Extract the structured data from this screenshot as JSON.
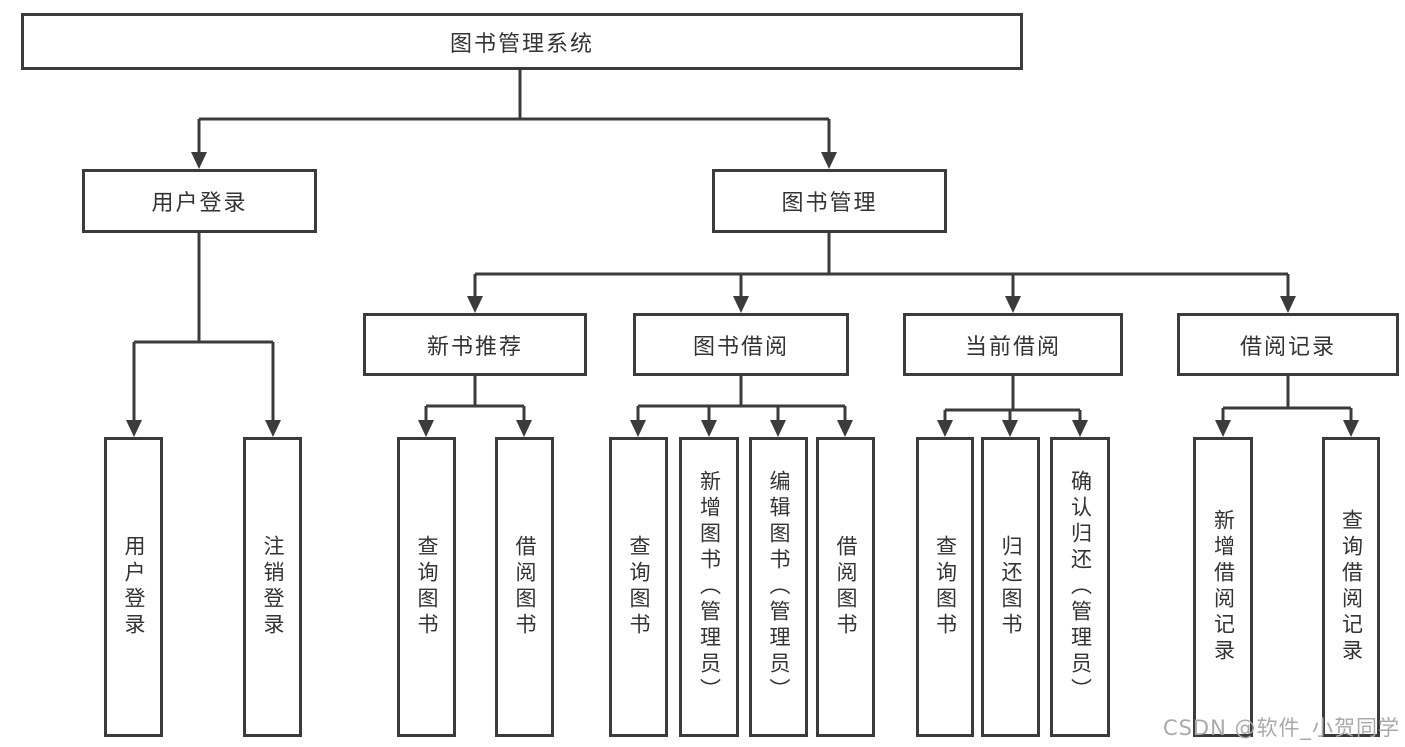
{
  "diagram": {
    "type": "hierarchy-tree",
    "root": {
      "label": "图书管理系统"
    },
    "level2": {
      "user_login": {
        "label": "用户登录"
      },
      "book_management": {
        "label": "图书管理"
      }
    },
    "level3": {
      "new_book_recommend": {
        "label": "新书推荐"
      },
      "book_borrowing": {
        "label": "图书借阅"
      },
      "current_borrowing": {
        "label": "当前借阅"
      },
      "borrowing_records": {
        "label": "借阅记录"
      }
    },
    "leaves": {
      "user_login": [
        "用户登录",
        "注销登录"
      ],
      "new_book_recommend": [
        "查询图书",
        "借阅图书"
      ],
      "book_borrowing": [
        "查询图书",
        "新增图书（管理员）",
        "编辑图书（管理员）",
        "借阅图书"
      ],
      "current_borrowing": [
        "查询图书",
        "归还图书",
        "确认归还（管理员）"
      ],
      "borrowing_records": [
        "新增借阅记录",
        "查询借阅记录"
      ]
    }
  },
  "watermark": "CSDN @软件_小贺同学",
  "colors": {
    "line": "#3b3b3b",
    "box_border": "#3b3b3b",
    "text": "#333333",
    "watermark": "#a9a9a9",
    "background": "#ffffff"
  }
}
